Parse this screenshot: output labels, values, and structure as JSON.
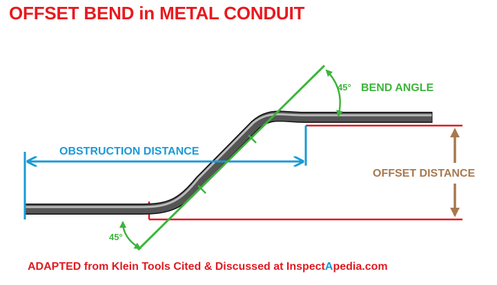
{
  "title": "OFFSET BEND in METAL CONDUIT",
  "labels": {
    "bend_angle_value": "45°",
    "bend_angle_text": "BEND ANGLE",
    "obstruction_distance": "OBSTRUCTION DISTANCE",
    "offset_distance": "OFFSET DISTANCE",
    "lower_angle": "45°"
  },
  "footer": {
    "prefix": "ADAPTED from Klein Tools Cited & Discussed at Inspect",
    "highlight": "A",
    "suffix": "pedia.com"
  },
  "colors": {
    "title": "#e8191f",
    "bend_angle": "#3cb43c",
    "obstruction": "#1a9ad6",
    "offset": "#a8784f",
    "reference_lines": "#e01920",
    "conduit": "#3a3a3a",
    "footer": "#e01920",
    "footer_accent": "#1a9ad6"
  }
}
